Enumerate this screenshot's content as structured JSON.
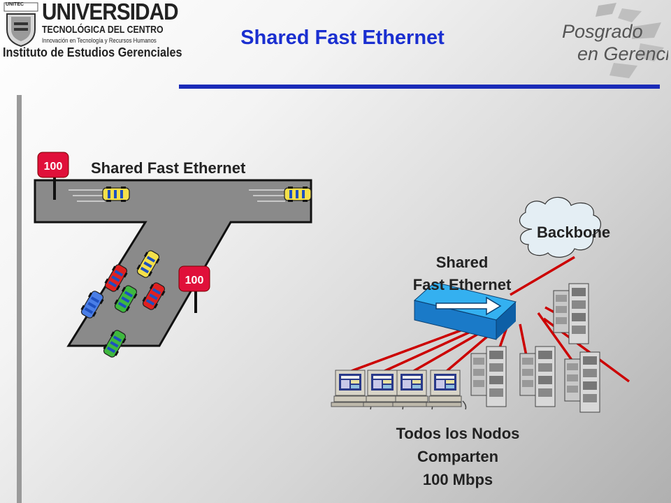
{
  "header": {
    "logo_left": {
      "badge": "UNITEC",
      "name": "UNIVERSIDAD",
      "subname": "TECNOLÓGICA DEL CENTRO",
      "tagline": "Innovación en Tecnología y Recursos Humanos",
      "institute": "Instituto de Estudios Gerenciales"
    },
    "logo_right": {
      "line1": "Posgrado",
      "line2": "en Gerencia"
    },
    "title": "Shared Fast Ethernet"
  },
  "road_diagram": {
    "label": "Shared Fast Ethernet",
    "sign_top": "100",
    "sign_bottom": "100"
  },
  "network_diagram": {
    "backbone_label": "Backbone",
    "hub_label_line1": "Shared",
    "hub_label_line2": "Fast Ethernet",
    "caption_line1": "Todos los Nodos",
    "caption_line2": "Comparten",
    "caption_line3": "100 Mbps"
  },
  "colors": {
    "title": "#1a2fd0",
    "header_line": "#1a2bb8",
    "sign": "#e0103a",
    "links": "#cc0000",
    "hub": "#2b9ce0"
  }
}
